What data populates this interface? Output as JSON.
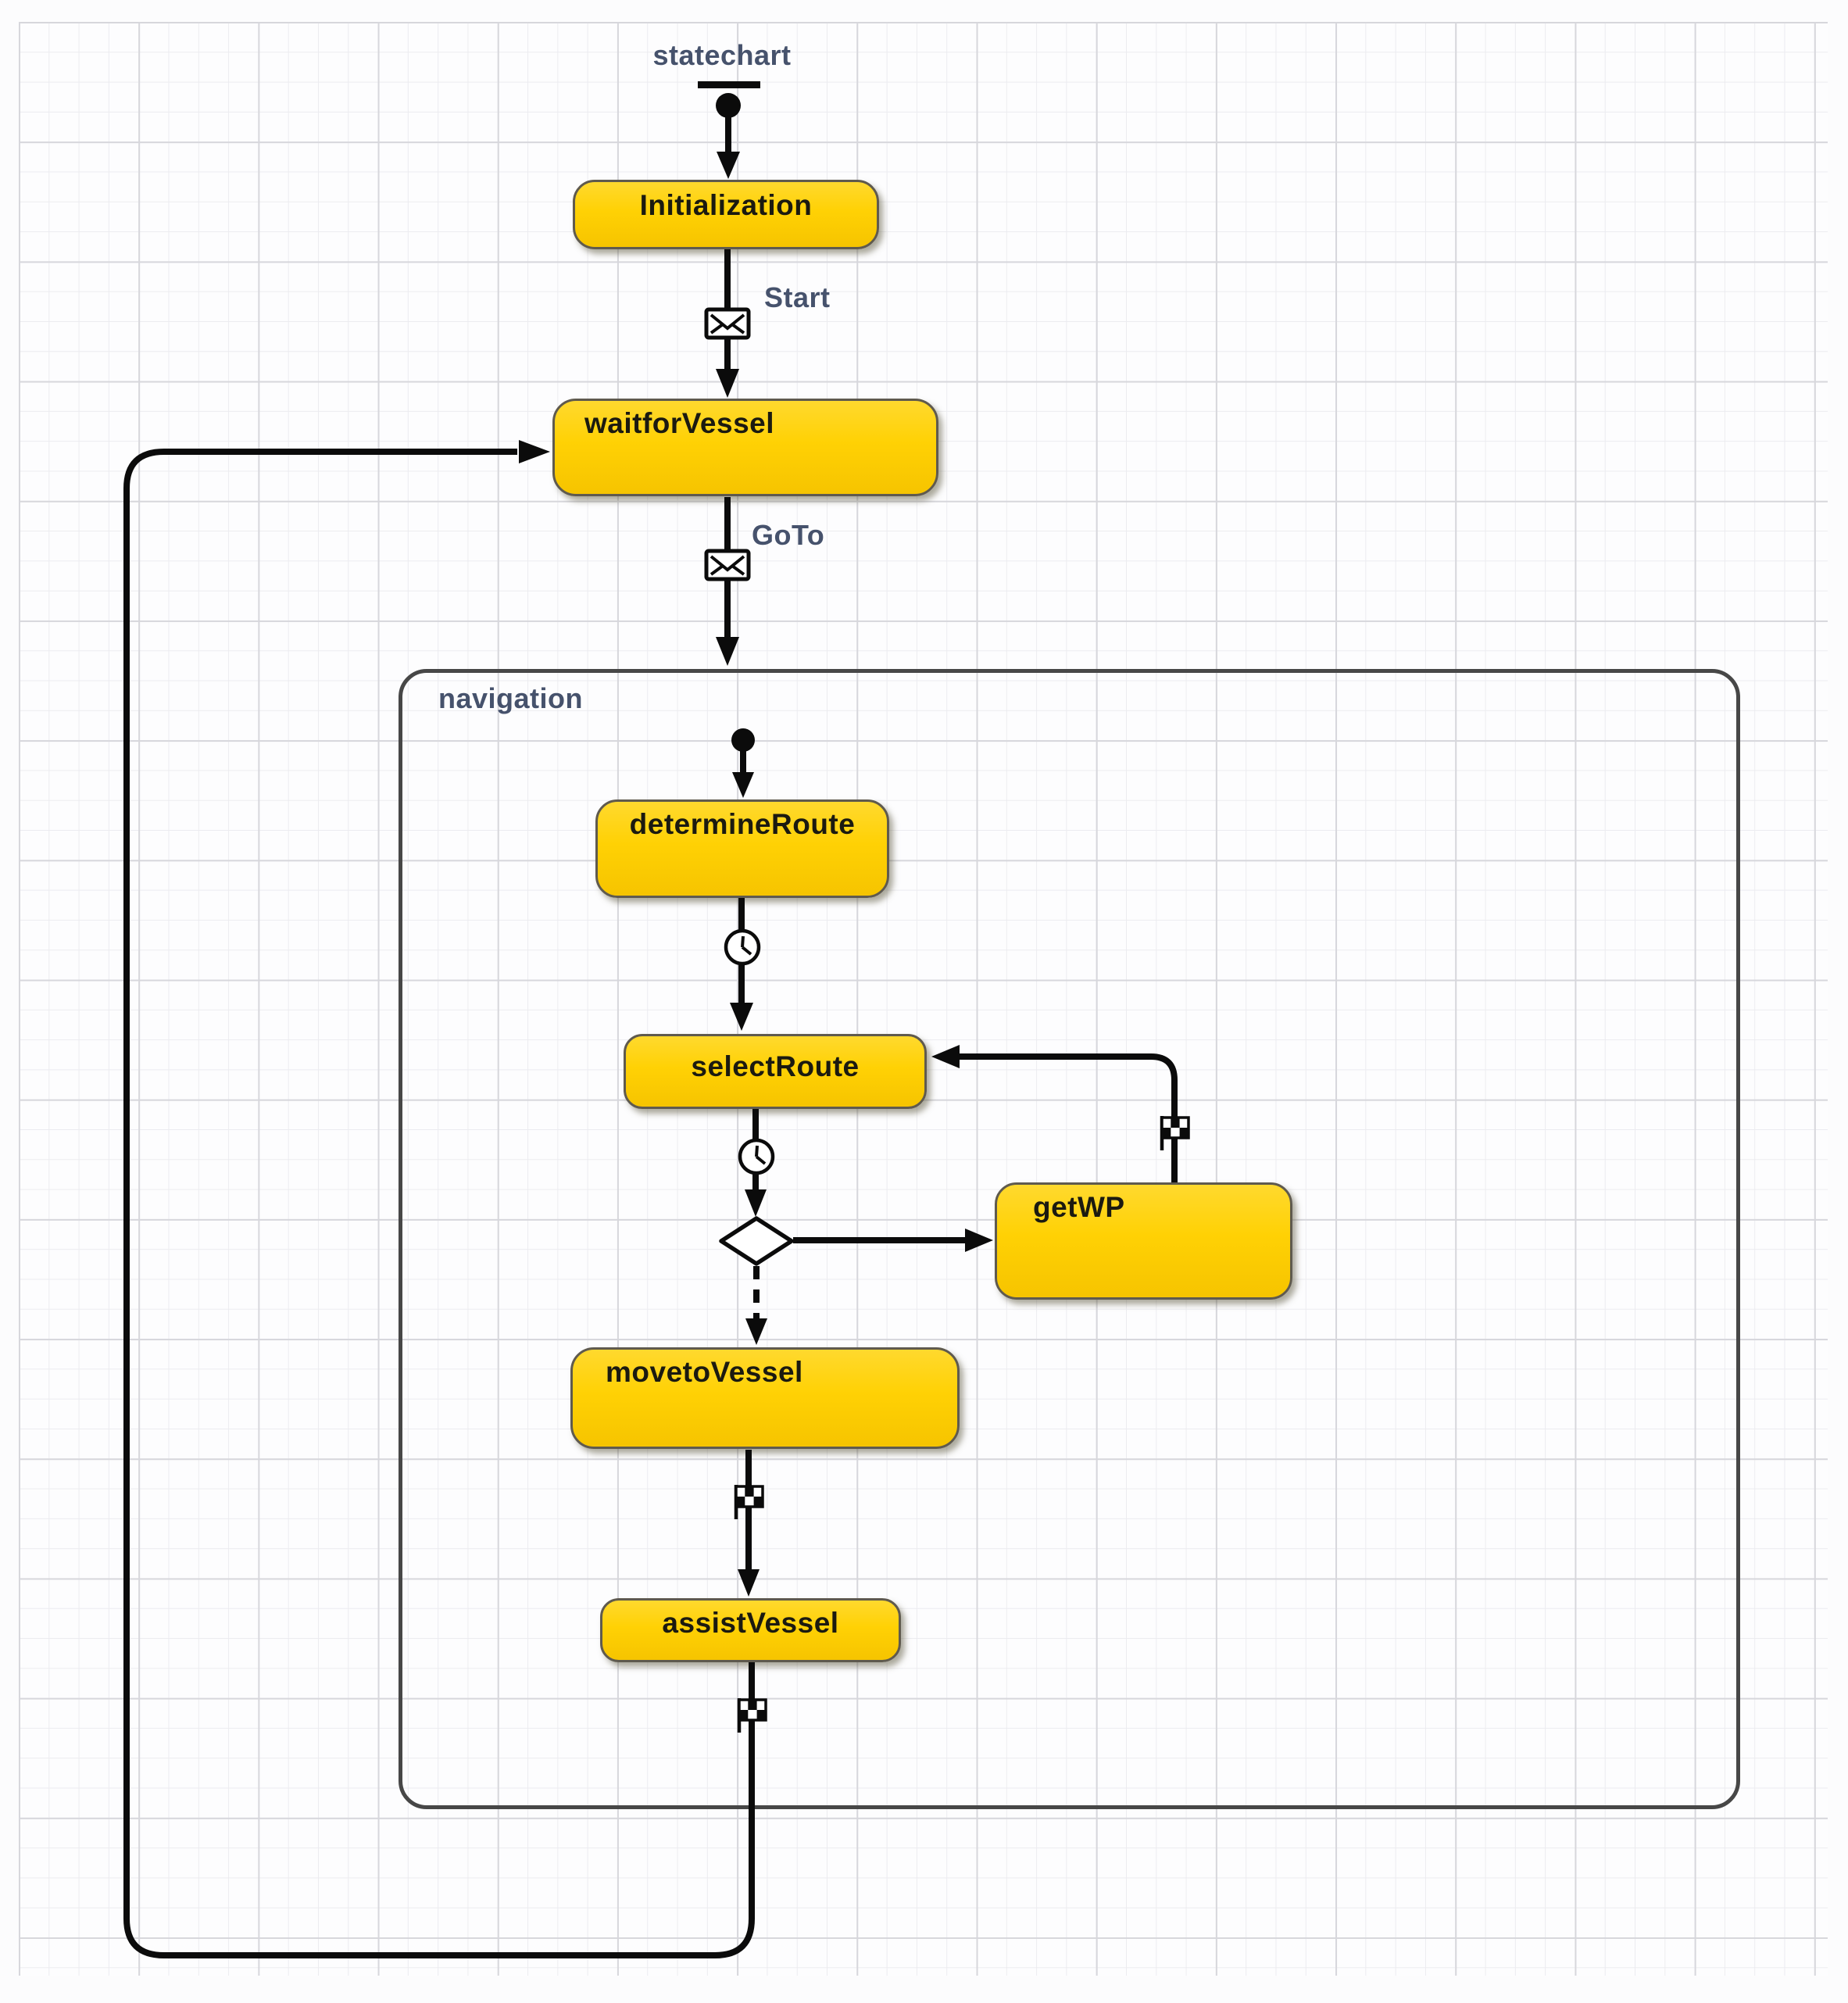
{
  "diagram": {
    "title": "statechart",
    "labels": {
      "navigation": "navigation",
      "start": "Start",
      "goto": "GoTo"
    },
    "states": [
      {
        "id": "initialization",
        "label": "Initialization"
      },
      {
        "id": "waitforVessel",
        "label": "waitforVessel"
      },
      {
        "id": "determineRoute",
        "label": "determineRoute"
      },
      {
        "id": "selectRoute",
        "label": "selectRoute"
      },
      {
        "id": "getWP",
        "label": "getWP"
      },
      {
        "id": "movetoVessel",
        "label": "movetoVessel"
      },
      {
        "id": "assistVessel",
        "label": "assistVessel"
      }
    ],
    "icons": {
      "message_trigger": "envelope-icon",
      "timeout_trigger": "clock-icon",
      "arrival_trigger": "checkered-flag-icon",
      "initial_state": "initial-pointer-dot",
      "branch": "branch-diamond-icon"
    },
    "colors": {
      "state_fill": "#ffd104",
      "state_border": "#5f5a4e",
      "transition_line": "#0b0b0b",
      "container_border": "#474747",
      "name_label_text": "#46526c",
      "state_text": "#1b1a10",
      "grid_minor": "#ececf0",
      "grid_major": "#d7d7dc"
    }
  }
}
